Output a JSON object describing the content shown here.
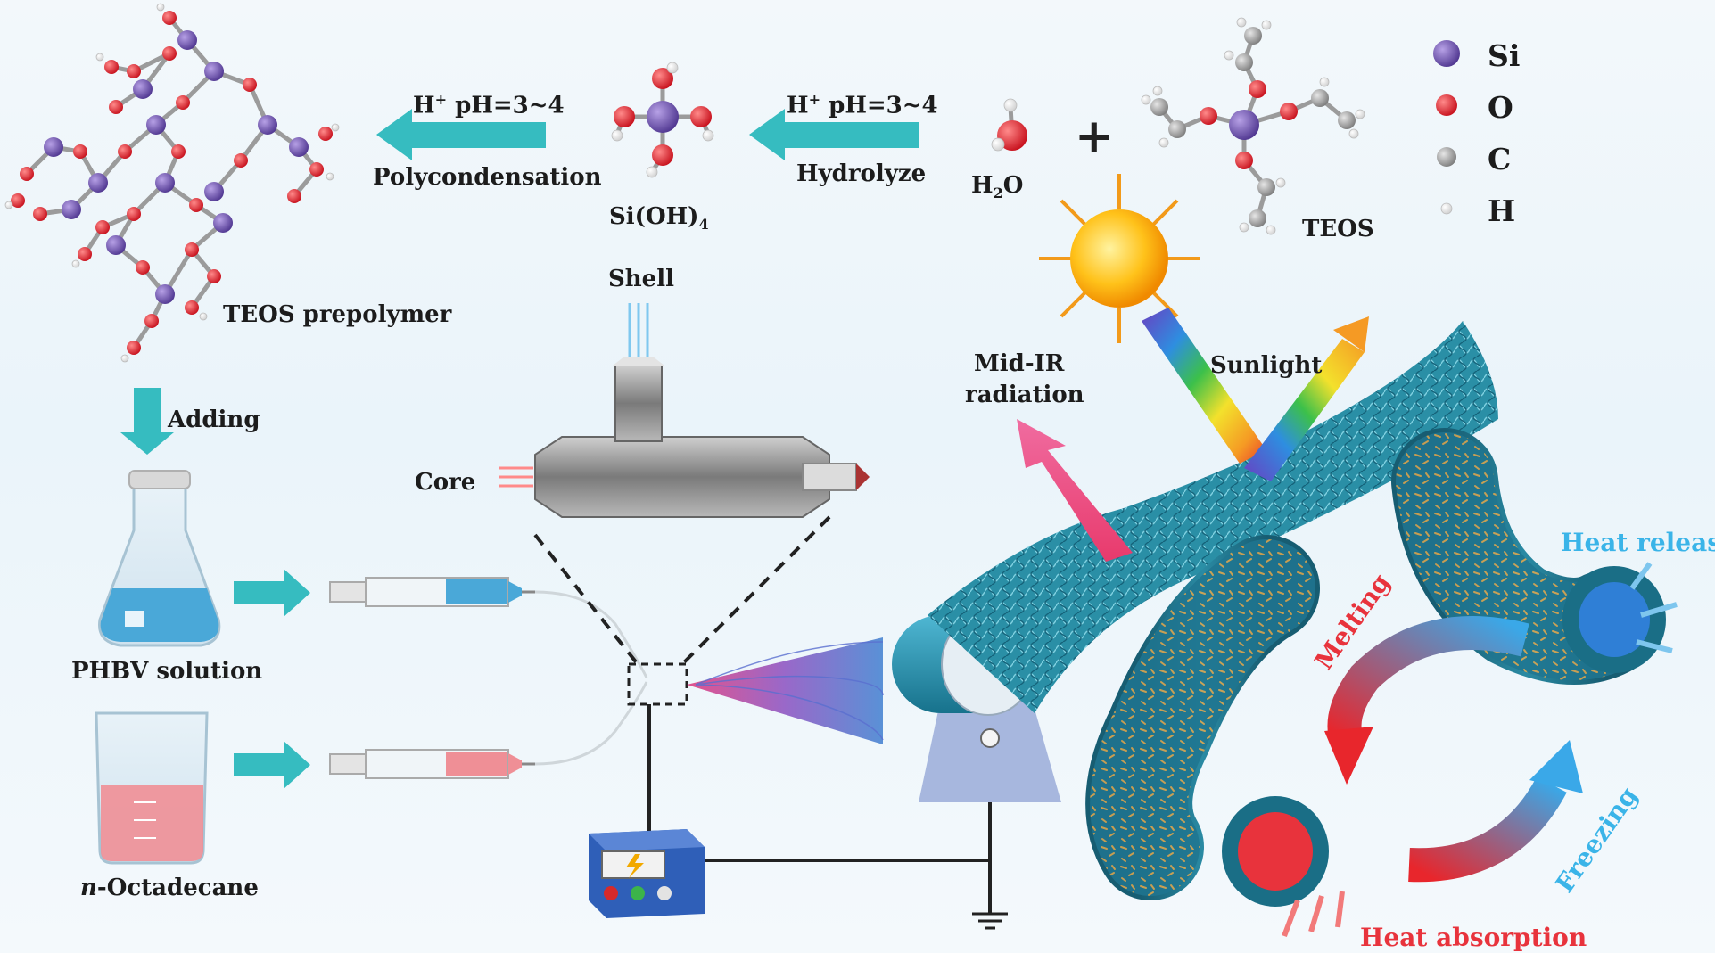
{
  "legend": {
    "si": "Si",
    "o": "O",
    "c": "C",
    "h": "H"
  },
  "labels": {
    "condition_left": "pH=3~4",
    "condition_left_prefix": "H",
    "condition_left_sup": "+",
    "polycondensation": "Polycondensation",
    "condition_right_prefix": "H",
    "condition_right_sup": "+",
    "condition_right": "pH=3~4",
    "hydrolyze": "Hydrolyze",
    "sioh4_main": "Si(OH)",
    "sioh4_sub": "4",
    "h2o_h": "H",
    "h2o_sub": "2",
    "h2o_o": "O",
    "plus": "+",
    "teos": "TEOS",
    "teos_prepolymer": "TEOS prepolymer",
    "adding": "Adding",
    "phbv_solution": "PHBV solution",
    "octadecane_italic": "n",
    "octadecane_rest": "-Octadecane",
    "shell": "Shell",
    "core": "Core",
    "mid_ir_1": "Mid-IR",
    "mid_ir_2": "radiation",
    "sunlight": "Sunlight",
    "heat_release": "Heat release",
    "melting": "Melting",
    "freezing": "Freezing",
    "heat_absorption": "Heat absorption"
  },
  "colors": {
    "silicon": "#6a4ea8",
    "oxygen": "#e5232f",
    "carbon": "#9a9a9a",
    "hydrogen": "#ffffff",
    "arrow_teal": "#36bcc0",
    "fiber": "#1f6f86",
    "core_red": "#e8333c",
    "heat_blue": "#3ab4e8"
  }
}
